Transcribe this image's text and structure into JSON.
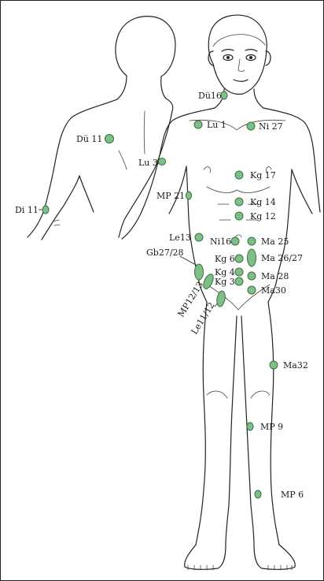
{
  "colors": {
    "point_fill": "#7dbf86",
    "point_stroke": "#3c6e44",
    "outline": "#222222"
  },
  "figures": {
    "back_view": "back-body-figure",
    "front_view": "front-body-figure"
  },
  "points": [
    {
      "id": "du16",
      "label": "Dü16"
    },
    {
      "id": "lu1",
      "label": "Lu 1"
    },
    {
      "id": "ni27",
      "label": "Ni 27"
    },
    {
      "id": "du11",
      "label": "Dü 11"
    },
    {
      "id": "lu3",
      "label": "Lu 3"
    },
    {
      "id": "kg17",
      "label": "Kg 17"
    },
    {
      "id": "mp21",
      "label": "MP 21"
    },
    {
      "id": "kg14",
      "label": "Kg 14"
    },
    {
      "id": "di11",
      "label": "Di 11"
    },
    {
      "id": "kg12",
      "label": "Kg 12"
    },
    {
      "id": "le13",
      "label": "Le13"
    },
    {
      "id": "ni16",
      "label": "Ni16"
    },
    {
      "id": "ma25",
      "label": "Ma 25"
    },
    {
      "id": "gb2728",
      "label": "Gb27/28"
    },
    {
      "id": "kg6",
      "label": "Kg 6"
    },
    {
      "id": "ma2627",
      "label": "Ma 26/27"
    },
    {
      "id": "kg4",
      "label": "Kg 4"
    },
    {
      "id": "ma28",
      "label": "Ma 28"
    },
    {
      "id": "kg3",
      "label": "Kg 3"
    },
    {
      "id": "ma30",
      "label": "Ma30"
    },
    {
      "id": "mp1213",
      "label": "MP12/13"
    },
    {
      "id": "le1112",
      "label": "Le11/12"
    },
    {
      "id": "ma32",
      "label": "Ma32"
    },
    {
      "id": "mp9",
      "label": "MP 9"
    },
    {
      "id": "mp6",
      "label": "MP 6"
    }
  ]
}
